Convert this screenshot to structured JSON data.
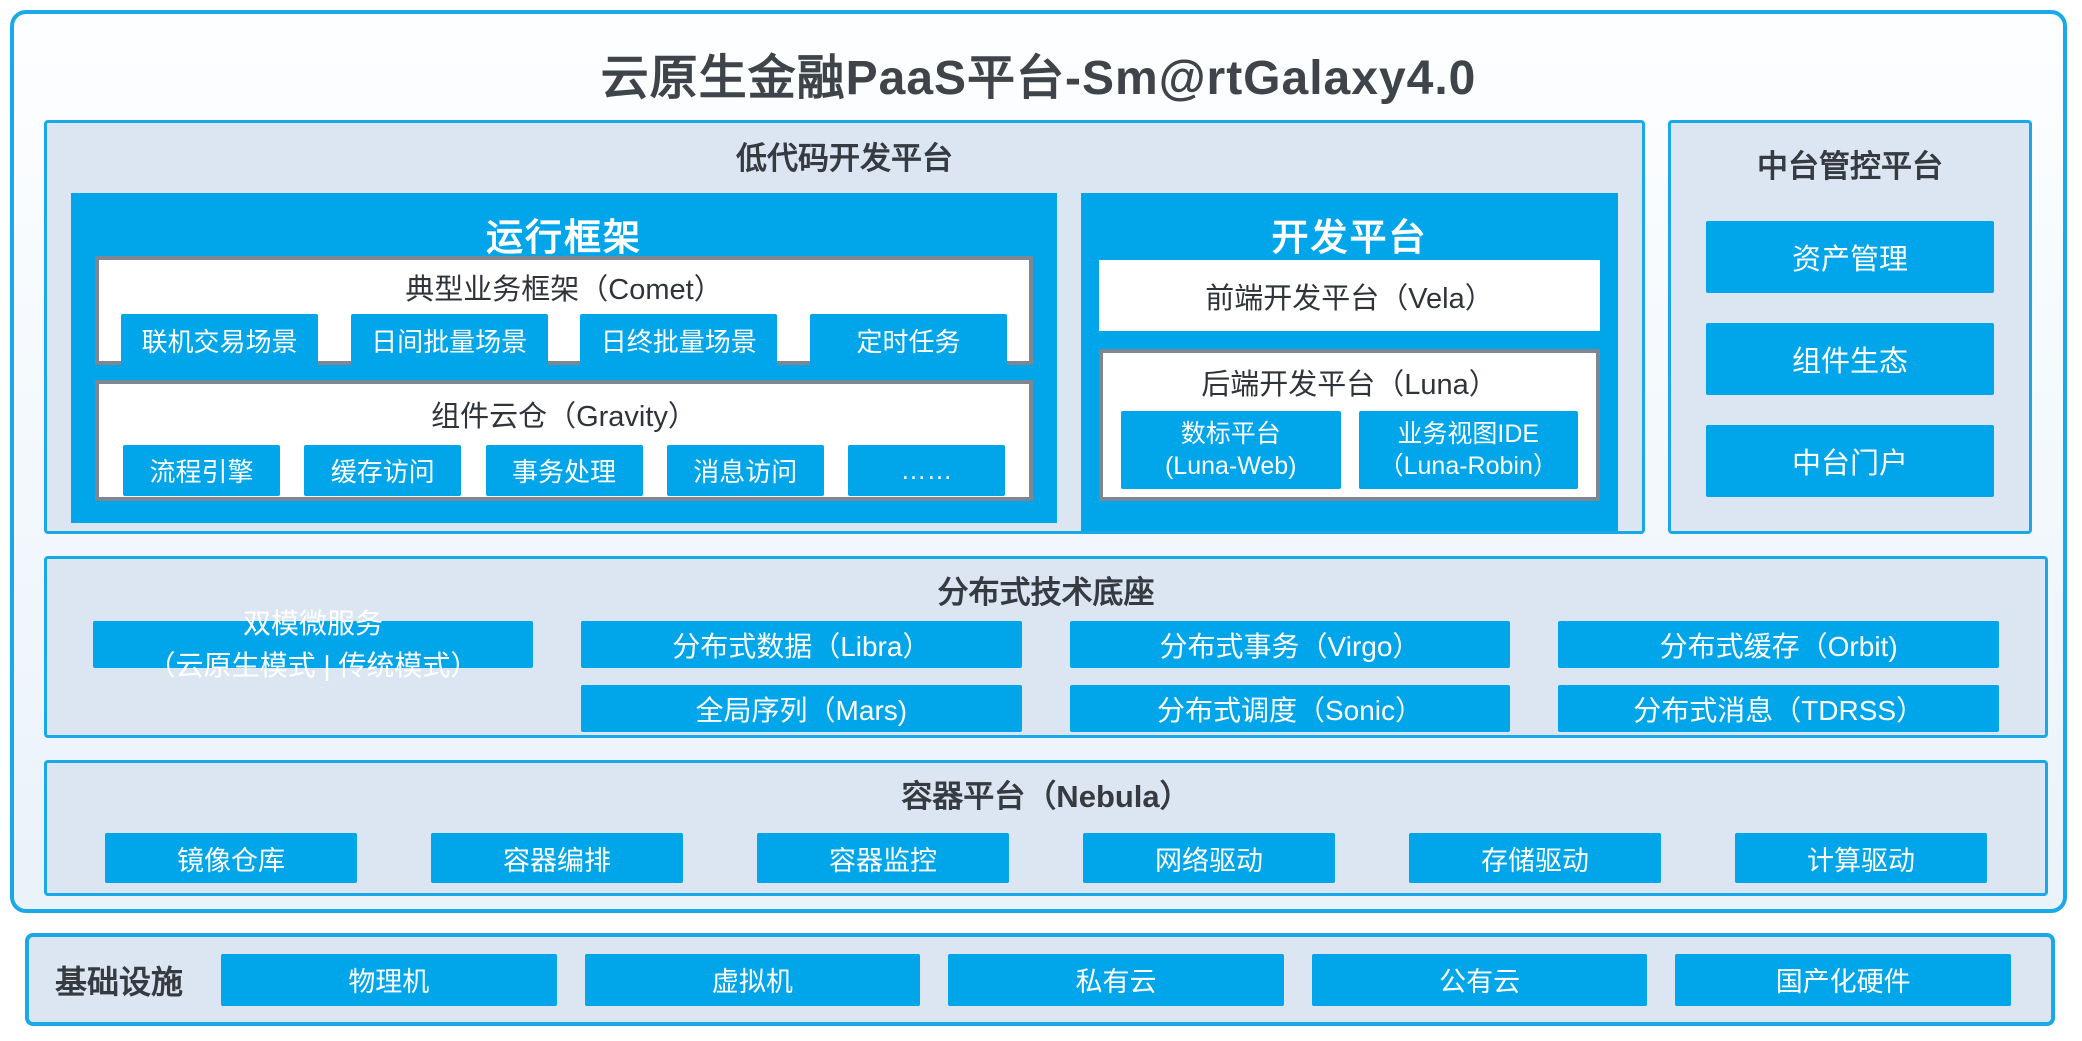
{
  "title": "云原生金融PaaS平台-Sm@rtGalaxy4.0",
  "colors": {
    "accent_blue": "#00A6E9",
    "section_border": "#19A9E8",
    "panel_bg": "#DCE6F2",
    "inner_box_border": "#7D8791",
    "dark_text": "#363B42"
  },
  "lowcode": {
    "label": "低代码开发平台",
    "runtime": {
      "title": "运行框架",
      "comet": {
        "title": "典型业务框架（Comet）",
        "items": [
          "联机交易场景",
          "日间批量场景",
          "日终批量场景",
          "定时任务"
        ]
      },
      "gravity": {
        "title": "组件云仓（Gravity）",
        "items": [
          "流程引擎",
          "缓存访问",
          "事务处理",
          "消息访问",
          "……"
        ]
      }
    },
    "dev": {
      "title": "开发平台",
      "vela": "前端开发平台（Vela）",
      "luna": {
        "title": "后端开发平台（Luna）",
        "items": [
          {
            "line1": "数标平台",
            "line2": "(Luna-Web)"
          },
          {
            "line1": "业务视图IDE",
            "line2": "（Luna-Robin）"
          }
        ]
      }
    }
  },
  "midplatform": {
    "label": "中台管控平台",
    "items": [
      "资产管理",
      "组件生态",
      "中台门户"
    ]
  },
  "distributed": {
    "label": "分布式技术底座",
    "dual_mode": {
      "line1": "双模微服务",
      "line2": "（云原生模式 | 传统模式）"
    },
    "items": [
      "分布式数据（Libra）",
      "全局序列（Mars)",
      "分布式事务（Virgo）",
      "分布式调度（Sonic）",
      "分布式缓存（Orbit)",
      "分布式消息（TDRSS）"
    ]
  },
  "container_platform": {
    "label": "容器平台（Nebula）",
    "items": [
      "镜像仓库",
      "容器编排",
      "容器监控",
      "网络驱动",
      "存储驱动",
      "计算驱动"
    ]
  },
  "infrastructure": {
    "label": "基础设施",
    "items": [
      "物理机",
      "虚拟机",
      "私有云",
      "公有云",
      "国产化硬件"
    ]
  }
}
